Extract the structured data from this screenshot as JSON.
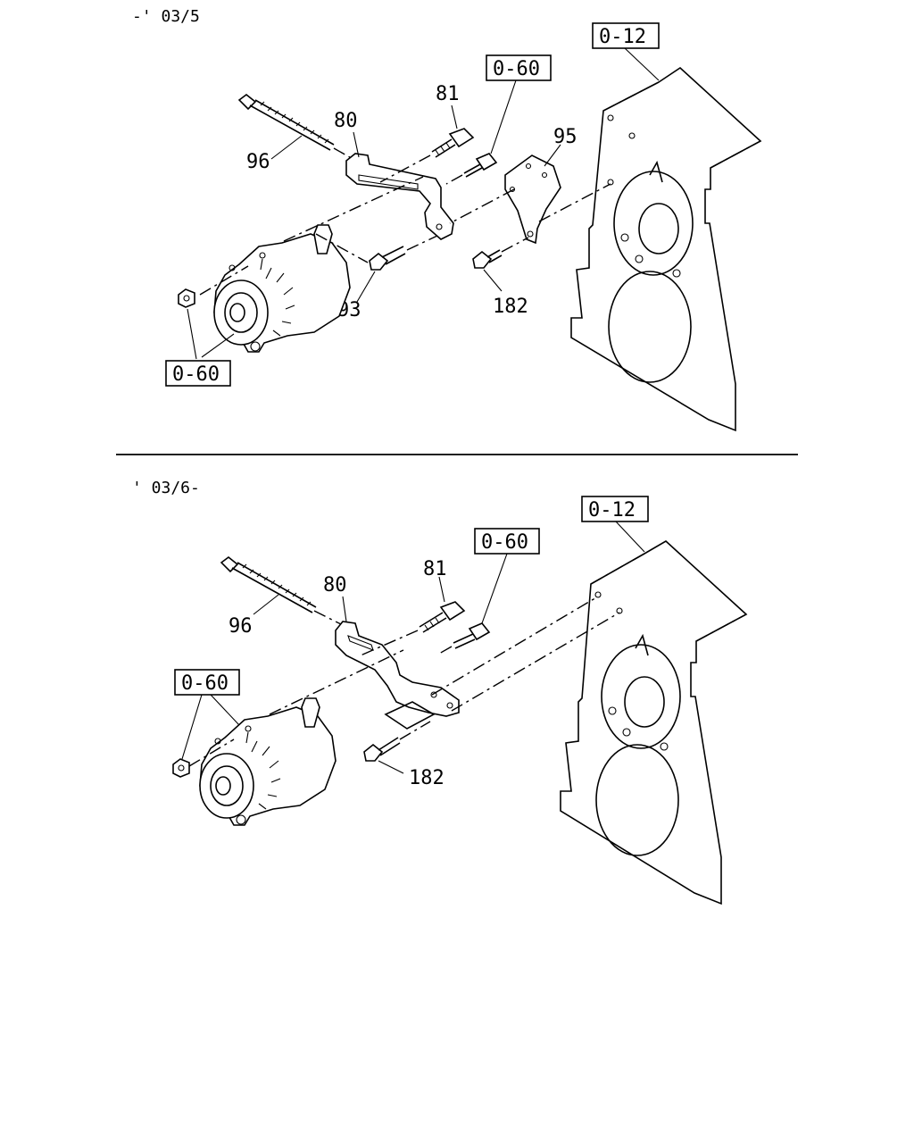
{
  "sections": [
    {
      "date_range": "-' 03/5",
      "labels": {
        "bolt_long": "96",
        "bracket": "80",
        "bolt_81": "81",
        "bolt_93": "93",
        "plate": "95",
        "bolt_182": "182"
      },
      "refs": {
        "engine_block": "0-12",
        "bolt_ref": "0-60",
        "nut_ref": "0-60"
      }
    },
    {
      "date_range": "' 03/6-",
      "labels": {
        "bolt_long": "96",
        "bracket": "80",
        "bolt_81": "81",
        "bolt_182": "182"
      },
      "refs": {
        "engine_block": "0-12",
        "bolt_ref": "0-60",
        "nut_ref": "0-60"
      }
    }
  ]
}
